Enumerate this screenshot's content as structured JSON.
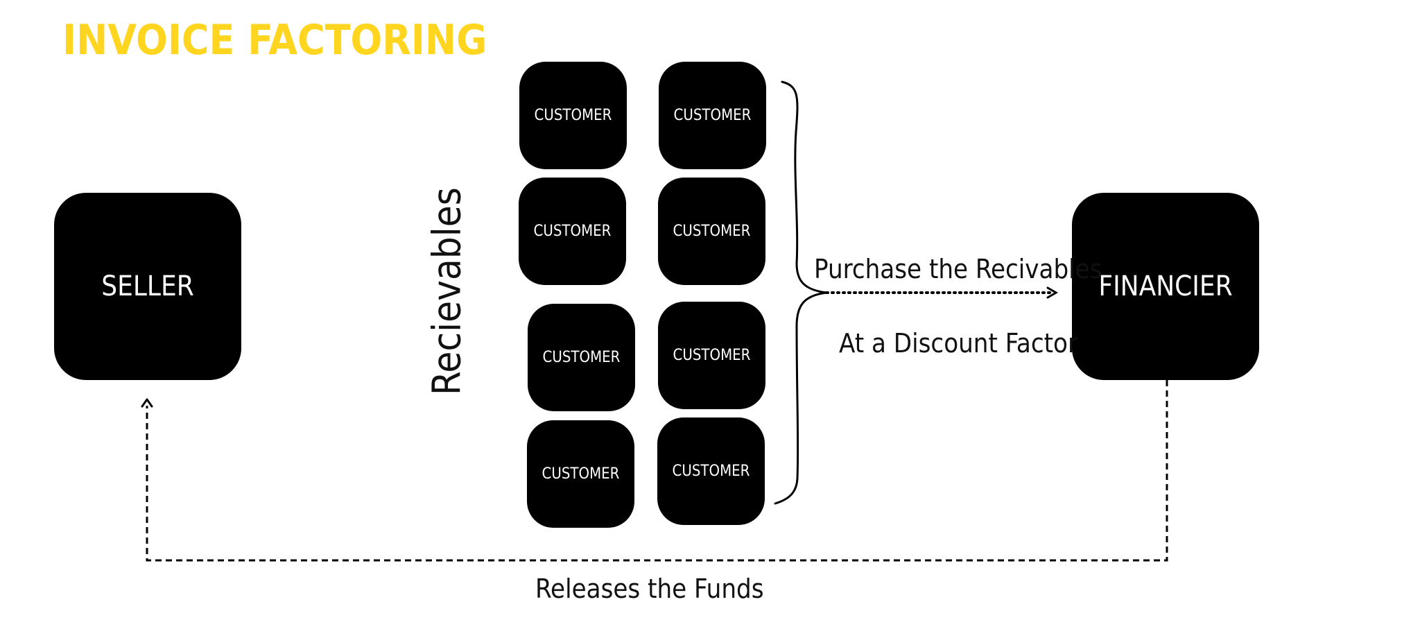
{
  "title": "INVOICE FACTORING",
  "colors": {
    "title": "#FFD51F",
    "box": "#000000",
    "box_text": "#FFFFFF",
    "line": "#000000"
  },
  "nodes": {
    "seller": "SELLER",
    "financier": "FINANCIER",
    "customers": [
      "CUSTOMER",
      "CUSTOMER",
      "CUSTOMER",
      "CUSTOMER",
      "CUSTOMER",
      "CUSTOMER",
      "CUSTOMER",
      "CUSTOMER"
    ]
  },
  "labels": {
    "receivables": "Recievables",
    "purchase": "Purchase the Recivables",
    "discount": "At a Discount Factor",
    "releases": "Releases the Funds"
  }
}
